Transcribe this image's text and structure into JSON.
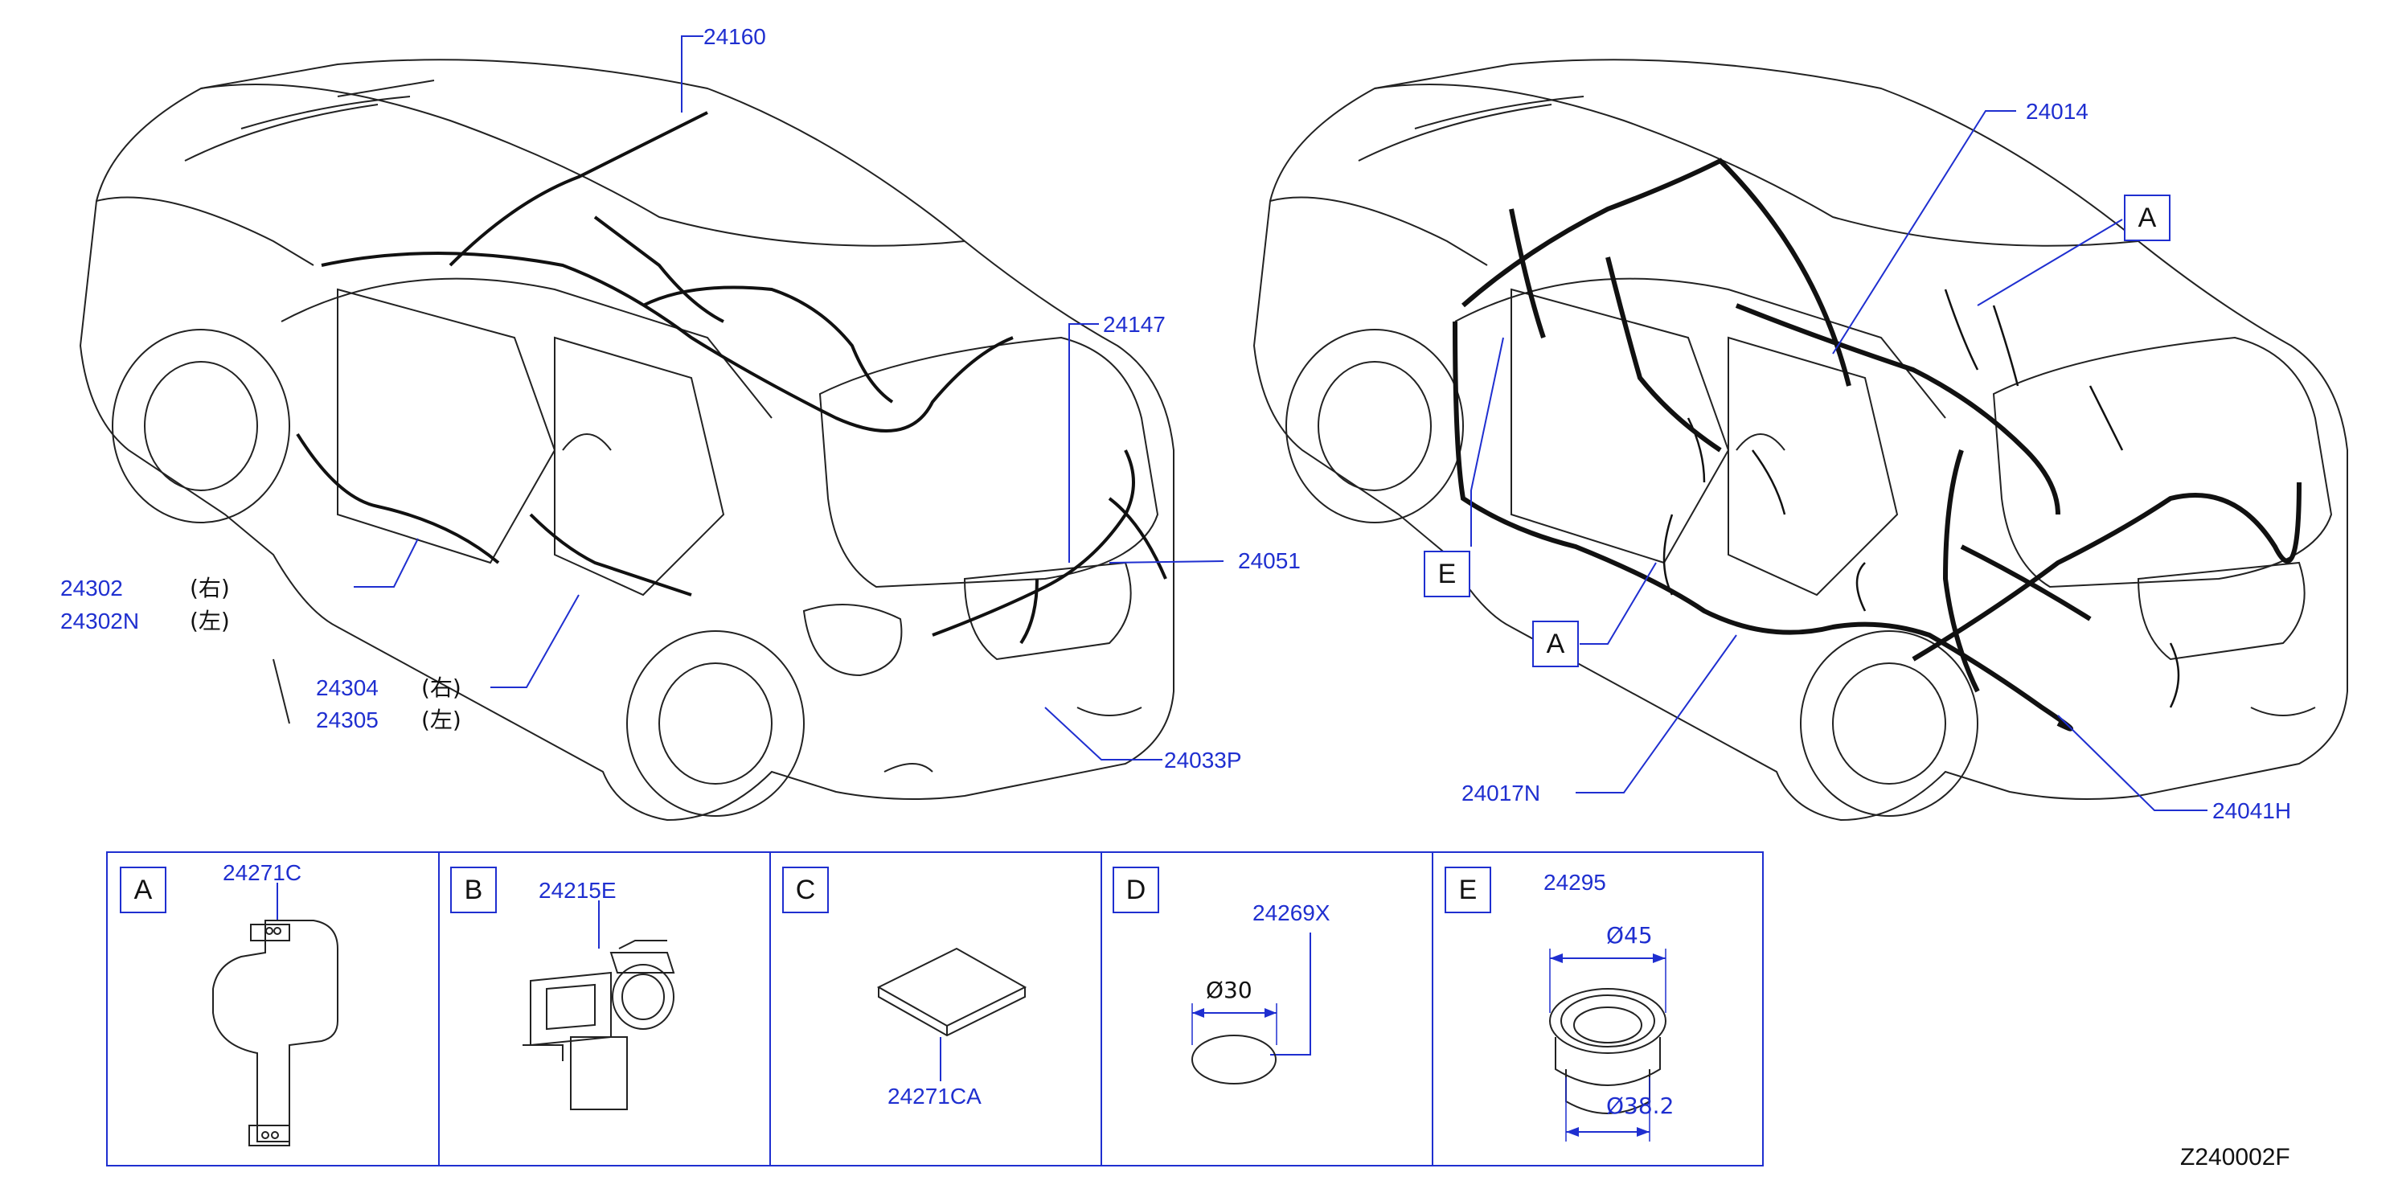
{
  "diagram_code": "Z240002F",
  "left_car": {
    "parts": {
      "p24160": "24160",
      "p24147": "24147",
      "p24051": "24051",
      "p24033P": "24033P",
      "p24302": "24302",
      "p24302N": "24302N",
      "p24304": "24304",
      "p24305": "24305"
    },
    "side_right": "(右)",
    "side_left": "(左)"
  },
  "right_car": {
    "parts": {
      "p24014": "24014",
      "p24017N": "24017N",
      "p24041H": "24041H"
    },
    "callouts": {
      "a_top": "A",
      "e": "E",
      "a_bottom": "A"
    }
  },
  "panels": [
    {
      "letter": "A",
      "part": "24271C"
    },
    {
      "letter": "B",
      "part": "24215E"
    },
    {
      "letter": "C",
      "part": "24271CA"
    },
    {
      "letter": "D",
      "part": "24269X",
      "dimension": "Ø30"
    },
    {
      "letter": "E",
      "part": "24295",
      "dimension_outer": "Ø45",
      "dimension_inner": "Ø38.2"
    }
  ],
  "colors": {
    "label_blue": "#1f2fd0",
    "line_black": "#111111",
    "background": "#ffffff"
  }
}
